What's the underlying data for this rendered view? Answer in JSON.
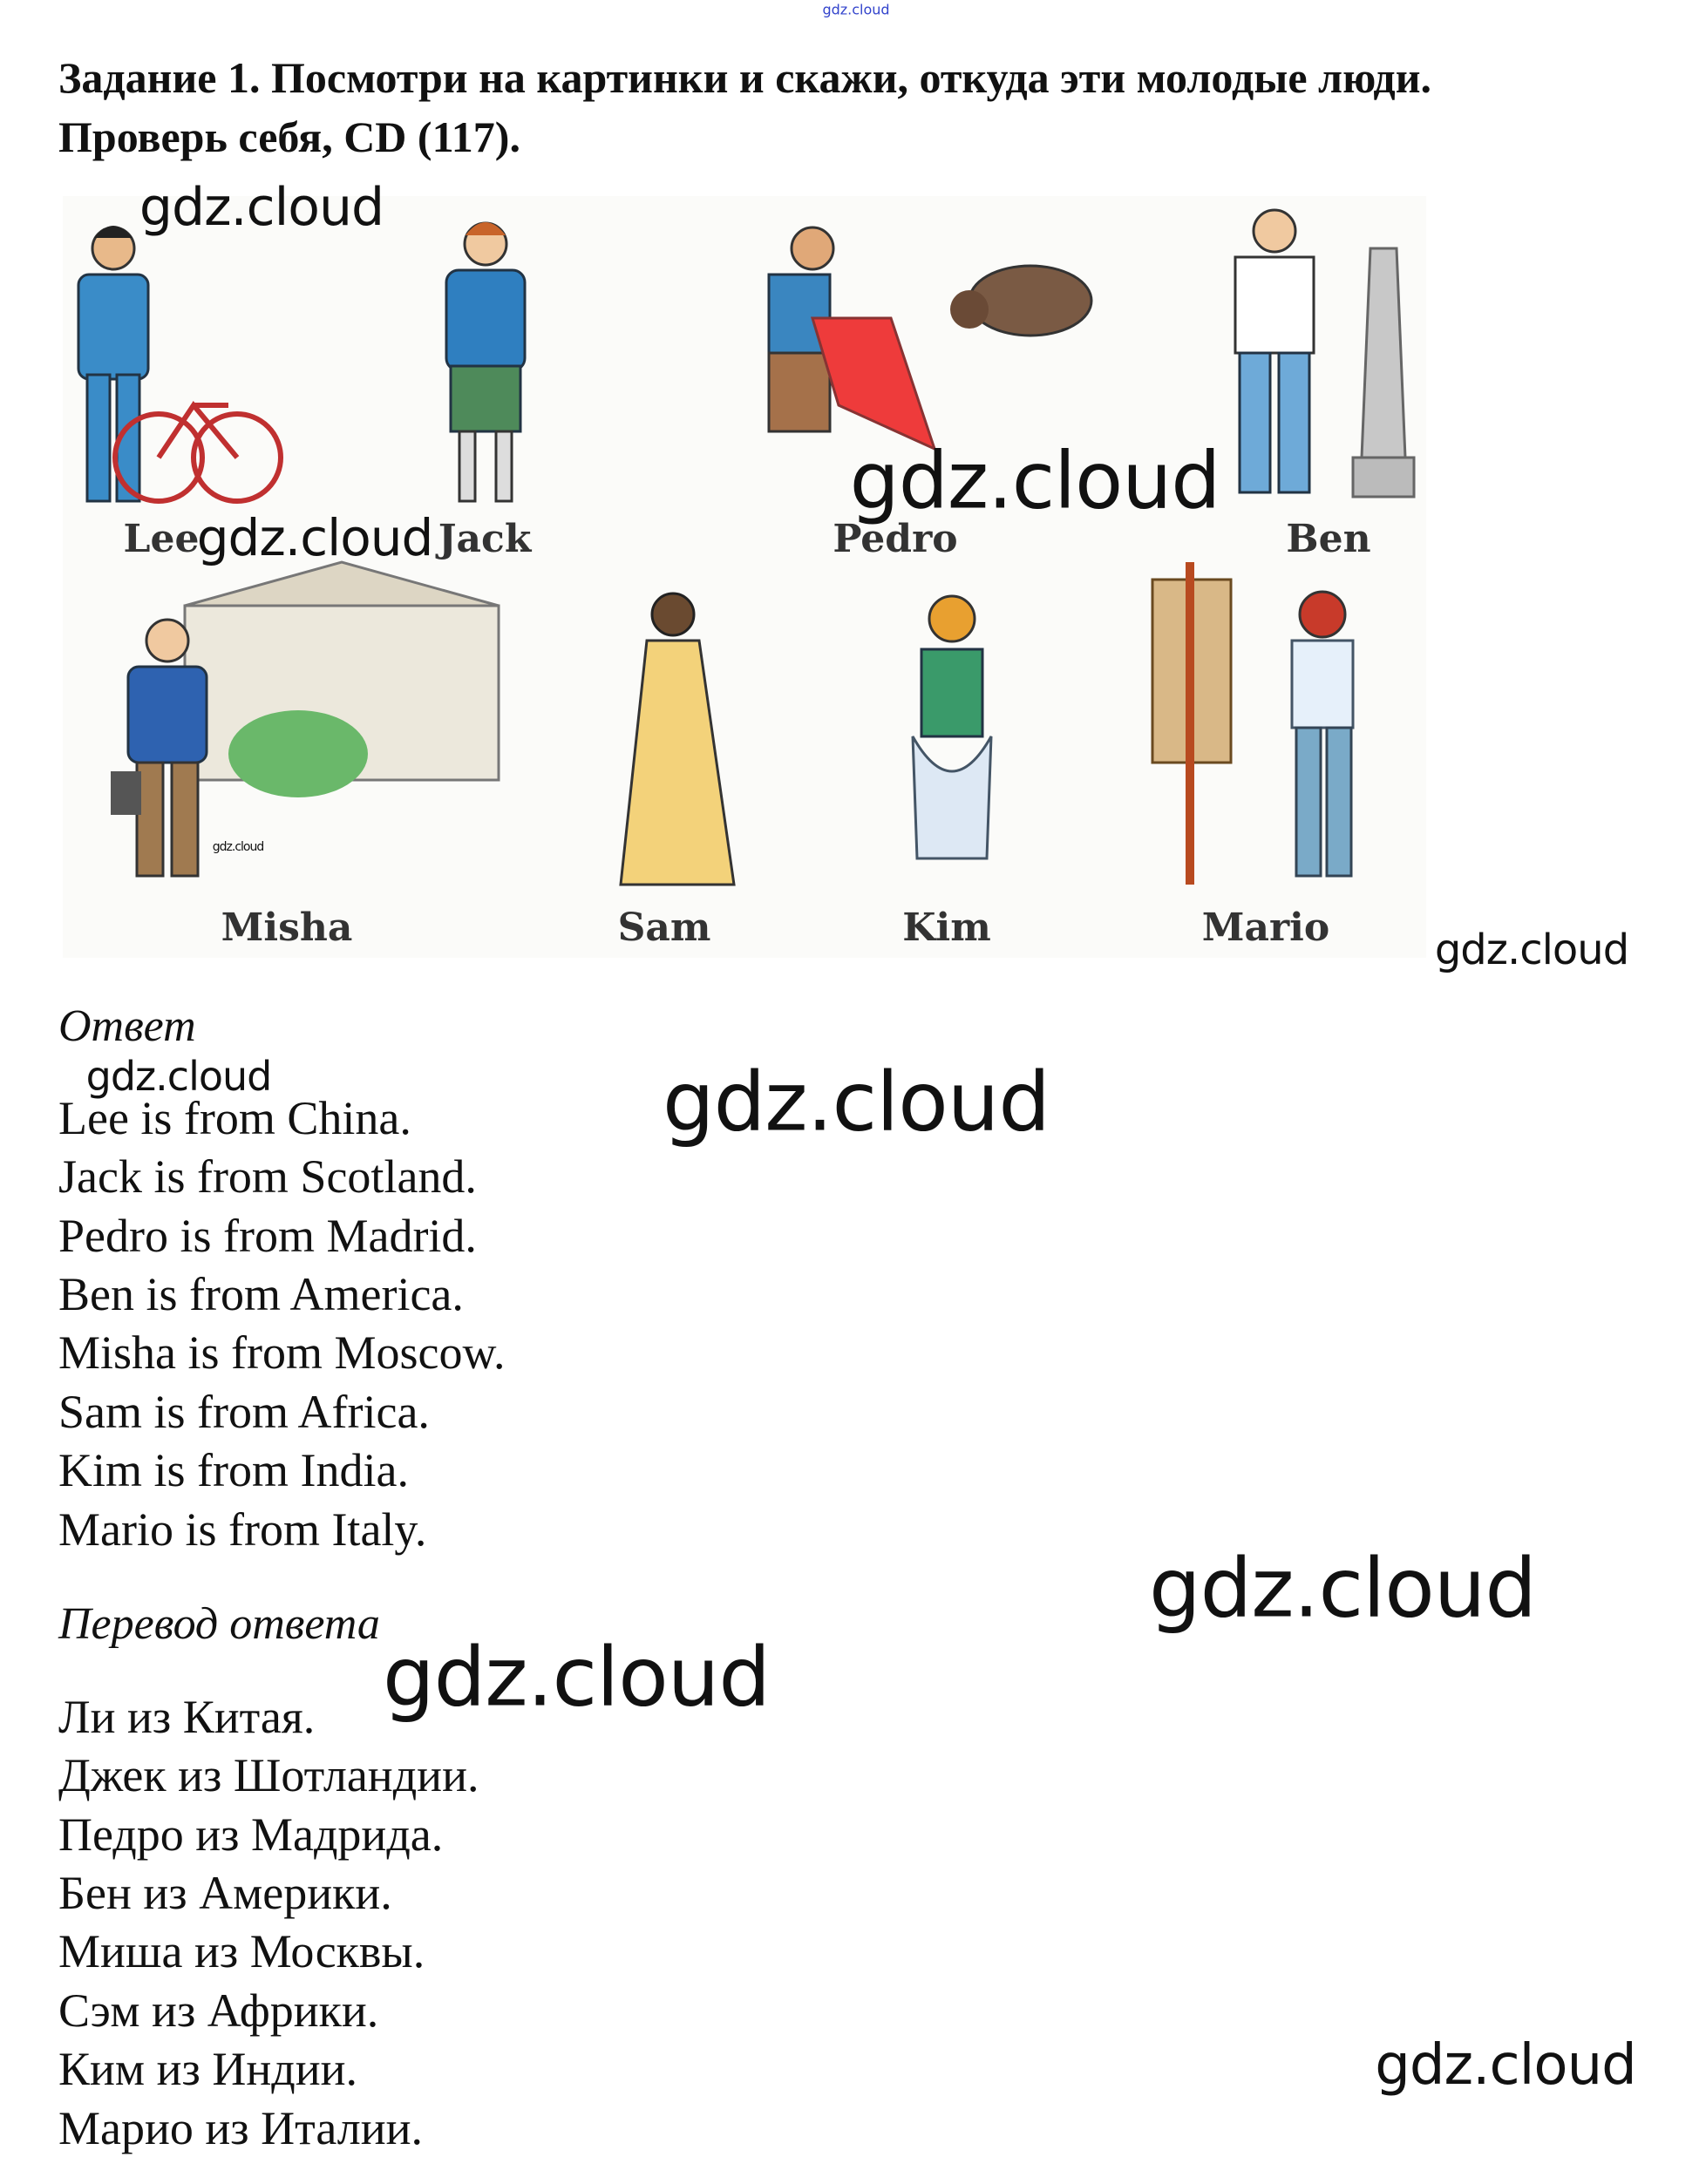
{
  "watermark": "gdz.cloud",
  "task": {
    "line1": "Задание 1. Посмотри на картинки и скажи, откуда эти молодые люди.",
    "line2": "Проверь себя, CD (117)."
  },
  "picture": {
    "names": [
      "Lee",
      "Jack",
      "Pedro",
      "Ben",
      "Misha",
      "Sam",
      "Kim",
      "Mario"
    ]
  },
  "answer": {
    "title": "Ответ",
    "lines": [
      "Lee is from China.",
      "Jack is from Scotland.",
      "Pedro is from Madrid.",
      "Ben is from America.",
      "Misha is from Moscow.",
      "Sam is from Africa.",
      "Kim is from India.",
      "Mario is from Italy."
    ]
  },
  "translation": {
    "title": "Перевод ответа",
    "lines": [
      "Ли из Китая.",
      "Джек из Шотландии.",
      "Педро из Мадрида.",
      "Бен из Америки.",
      "Миша из Москвы.",
      "Сэм из Африки.",
      "Ким из Индии.",
      "Марио из Италии."
    ]
  }
}
